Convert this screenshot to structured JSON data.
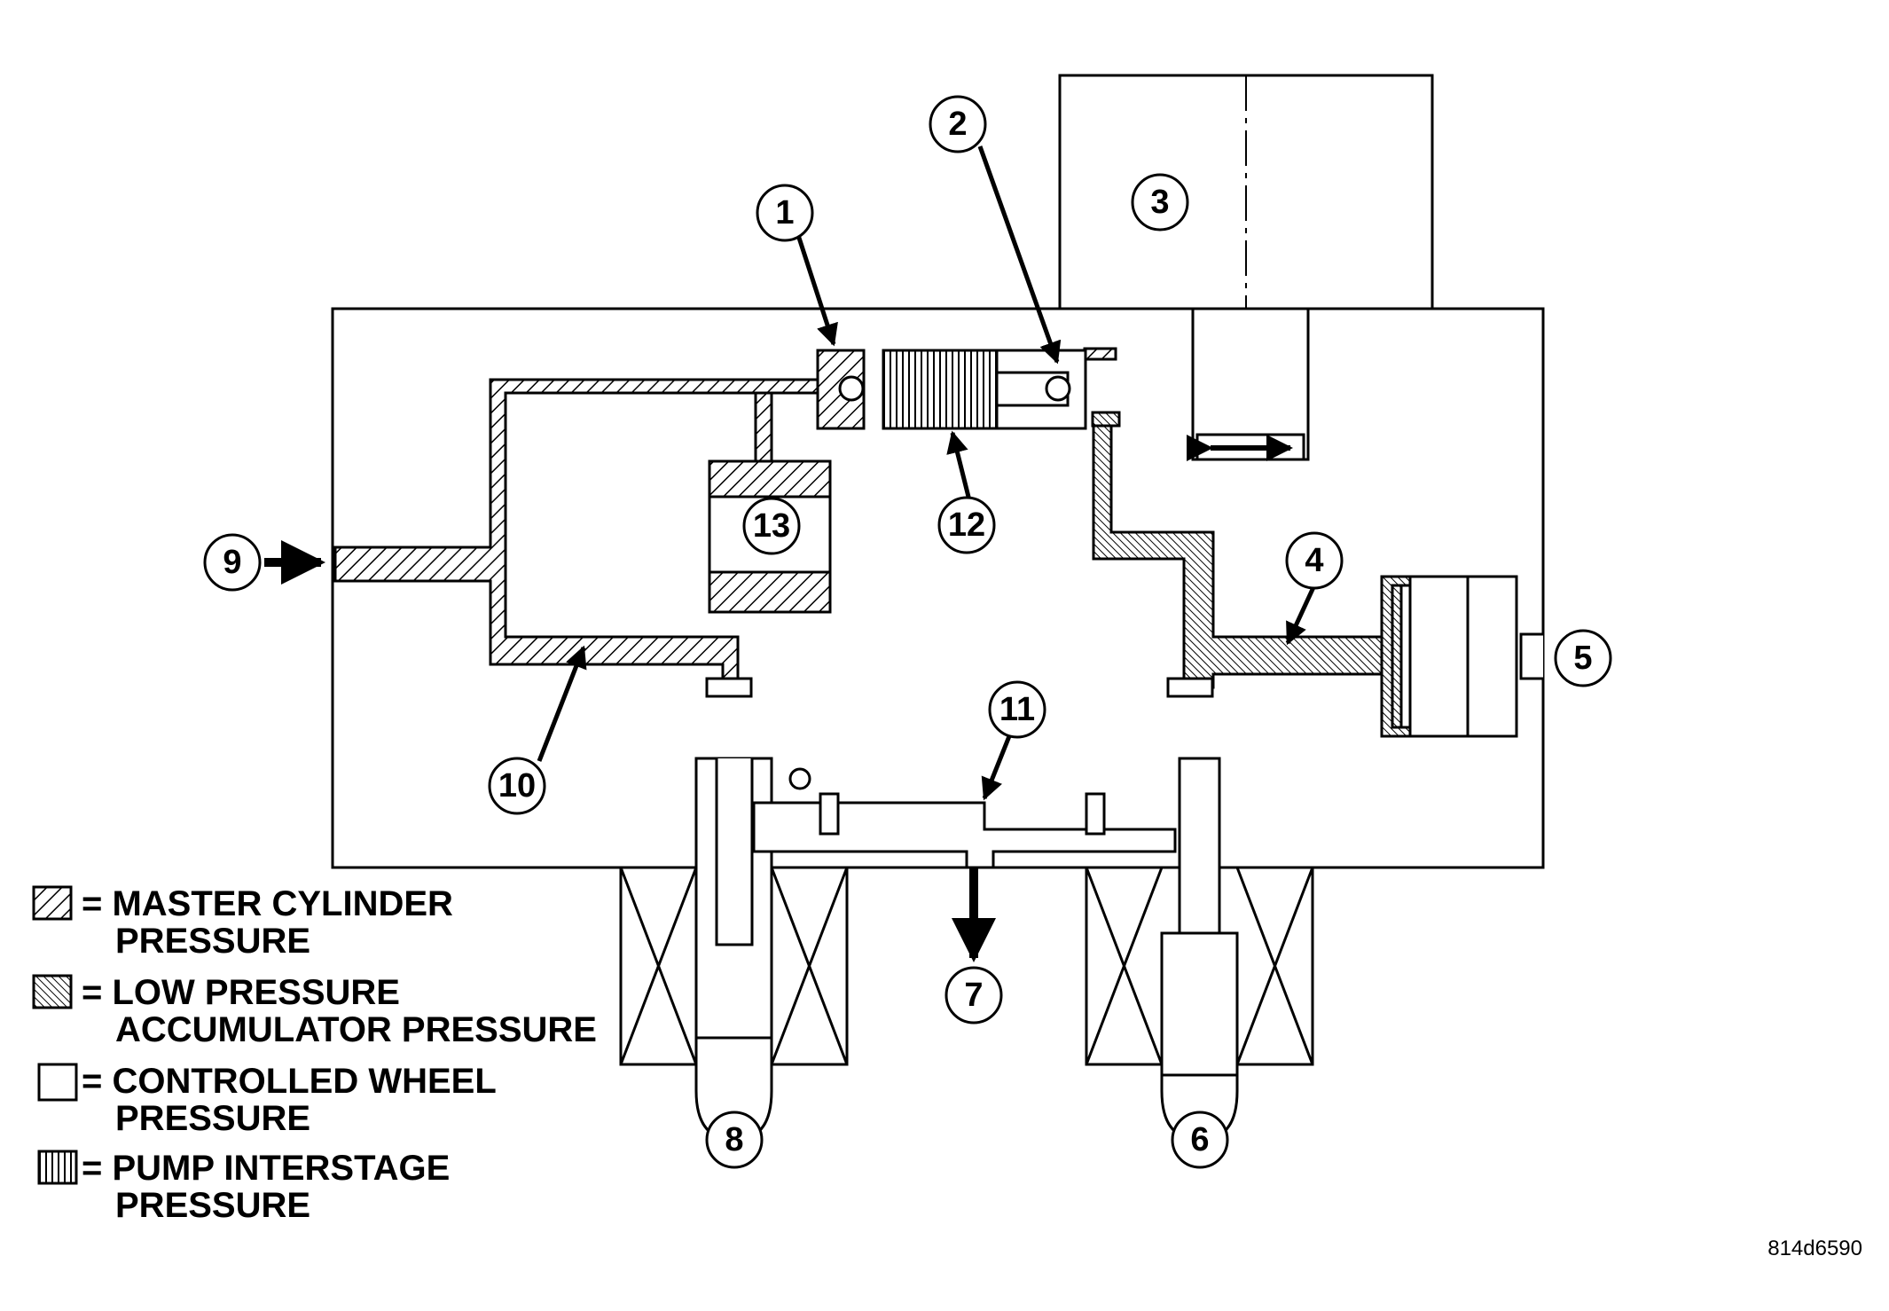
{
  "callouts": [
    "1",
    "2",
    "3",
    "4",
    "5",
    "6",
    "7",
    "8",
    "9",
    "10",
    "11",
    "12",
    "13"
  ],
  "legend": [
    {
      "pattern": "master",
      "line1": "= MASTER CYLINDER",
      "line2": "PRESSURE"
    },
    {
      "pattern": "low",
      "line1": "= LOW PRESSURE",
      "line2": "ACCUMULATOR PRESSURE"
    },
    {
      "pattern": "wheel",
      "line1": "= CONTROLLED WHEEL",
      "line2": "PRESSURE"
    },
    {
      "pattern": "pump",
      "line1": "= PUMP INTERSTAGE",
      "line2": "PRESSURE"
    }
  ],
  "figure_id": "814d6590"
}
